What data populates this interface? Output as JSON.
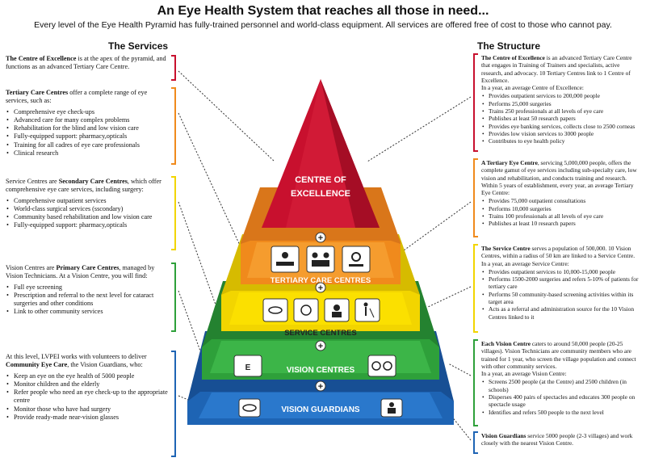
{
  "title": "An Eye Health System that reaches all those in need...",
  "subtitle": "Every level of the Eye Health Pyramid has fully-trained personnel and world-class equipment. All services are offered free of cost to those who cannot pay.",
  "services_heading": "The Services",
  "structure_heading": "The Structure",
  "colors": {
    "red": "#c8102e",
    "orange": "#f08a1c",
    "yellow": "#f2d500",
    "green": "#2ea03a",
    "blue": "#1e64b4"
  },
  "pyramid": {
    "tier1_line1": "CENTRE OF",
    "tier1_line2": "EXCELLENCE",
    "tier2": "TERTIARY CARE CENTRES",
    "tier3": "SERVICE CENTRES",
    "tier4": "VISION CENTRES",
    "tier5": "VISION GUARDIANS",
    "plus": "+"
  },
  "services": {
    "coe": {
      "bold": "The Centre of Excellence",
      "rest": " is at the apex of the pyramid, and functions as an advanced Tertiary Care Centre."
    },
    "tertiary": {
      "bold": "Tertiary Care Centres",
      "rest": " offer a complete range of eye services, such as:",
      "items": [
        "Comprehensive eye check-ups",
        "Advanced care for many complex problems",
        "Rehabilitation for the blind and low vision care",
        "Fully-equipped support: pharmacy,opticals",
        "Training for all cadres of eye care professionals",
        "Clinical research"
      ]
    },
    "service": {
      "pre": "Service Centres are ",
      "bold": "Secondary Care Centres",
      "rest": ", which offer comprehensive eye care services, including surgery:",
      "items": [
        "Comprehensive outpatient services",
        "World-class surgical services (sscondary)",
        "Community based rehabilitation and low vision care",
        "Fully-equipped support: pharmacy,opticals"
      ]
    },
    "vision": {
      "pre": "Vision Centres are ",
      "bold": "Primary Care Centres",
      "rest": ", managed by Vision Technicians. At a Vision Centre, you will find:",
      "items": [
        "Full eye screening",
        "Prescription and referral to the next level for cataract surgeries and other conditions",
        "Link to other community services"
      ]
    },
    "guardians": {
      "pre": "At this level, LVPEI works with volunteers to deliver ",
      "bold": "Community Eye Care",
      "rest": ", the Vision Guardians, who:",
      "items": [
        "Keep an eye on the eye health of 5000 people",
        "Monitor children and the elderly",
        "Refer people who need an eye check-up to the appropriate centre",
        "Monitor those who have had surgery",
        "Provide ready-made near-vision glasses"
      ]
    }
  },
  "structure": {
    "coe": {
      "bold": "The Centre of Excellence",
      "rest": " is an advanced Tertiary Care Centre that engages in Training of Trainers and specialists, active research, and advocacy. 10 Tertiary Centres link to 1 Centre of Excellence.",
      "intro": "In a year, an average Centre of Excellence:",
      "items": [
        "Provides outpatient services to 200,000 people",
        "Performs 25,000 surgeries",
        "Trains 250 professionals at all levels of eye care",
        "Publishes at least 50 research papers",
        "Provides eye banking services, collects close to 2500 corneas",
        "Provides low vision services to 3000 people",
        "Contributes to eye health policy"
      ]
    },
    "tertiary": {
      "bold": "A Tertiary Eye Centre",
      "rest": ", servicing 5,000,000 people, offers the complete gamut of eye services including sub-specialty care, low vision and rehabilitation, and conducts training and research.",
      "intro": "Within 5 years of establishment, every year, an average Tertiary Eye Centre:",
      "items": [
        "Provides 75,000 outpatient consultations",
        "Performs 10,000 surgeries",
        "Trains 100 professionals at all levels of eye care",
        "Publishes at least 10 research papers"
      ]
    },
    "service": {
      "bold": "The Service Centre",
      "rest": " serves a population of 500,000. 10 Vision Centres, within a radius of 50 km are linked to a Service Centre.",
      "intro": "In a year, an average Service Centre:",
      "items": [
        "Provides outpatient services to 10,000-15,000 people",
        "Performs 1500-2000 surgeries and refers 5-10% of patients for tertiary care",
        "Performs 50 community-based screening activities within its target area",
        "Acts as a referral and administration source for the 10 Vision Centres linked to it"
      ]
    },
    "vision": {
      "bold": "Each Vision Centre",
      "rest": " caters to around 50,000 people (20-25 villages). Vision Technicians are community members who are trained for 1 year, who screen the village population and connect with other community services.",
      "intro": "In a year, an average Vision Centre:",
      "items": [
        "Screens 2500 people (at the Centre) and 2500 children (in schools)",
        "Disperses 400 pairs of spectacles and educates 300 people on spectacle usage",
        "Identifies and refers 500 people to the next level"
      ]
    },
    "guardians": {
      "bold": "Vision Guardians",
      "rest": " service 5000 people (2-3 villages) and work closely with the nearest Vision Centre."
    }
  }
}
